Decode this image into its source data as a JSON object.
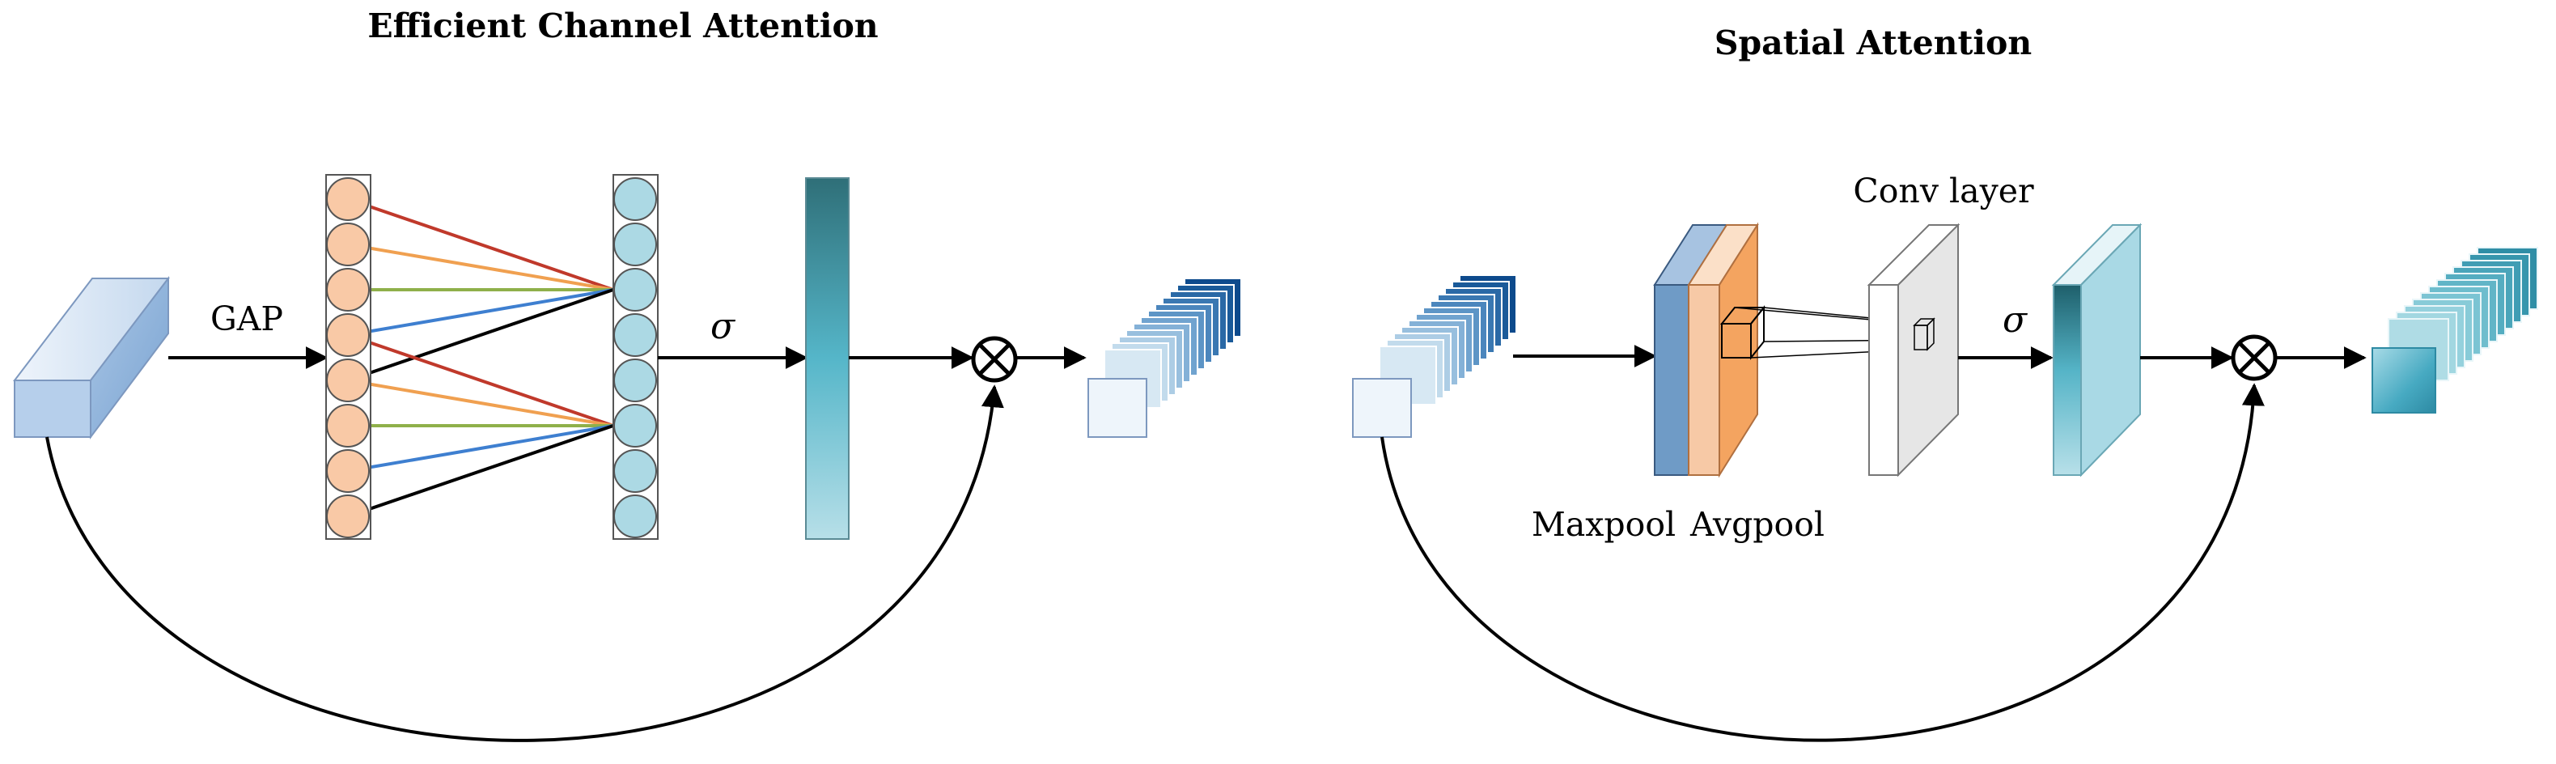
{
  "panels": {
    "eca": {
      "title": "Efficient Channel Attention"
    },
    "sa": {
      "title": "Spatial Attention"
    }
  },
  "labels": {
    "gap": "GAP",
    "sigma_eca": "σ",
    "sigma_sa": "σ",
    "conv_layer": "Conv layer",
    "maxpool": "Maxpool",
    "avgpool": "Avgpool"
  },
  "colors": {
    "node_orange": "#f9c9a6",
    "node_blue": "#acd9e4",
    "link_red": "#c0392b",
    "link_orange": "#f0a050",
    "link_green": "#8fb04a",
    "link_blue": "#3e7fd0",
    "link_black": "#000000",
    "maxpool_face": "#6f9bc6",
    "avgpool_face": "#f4a460",
    "conv_face": "#e6e6e6"
  }
}
